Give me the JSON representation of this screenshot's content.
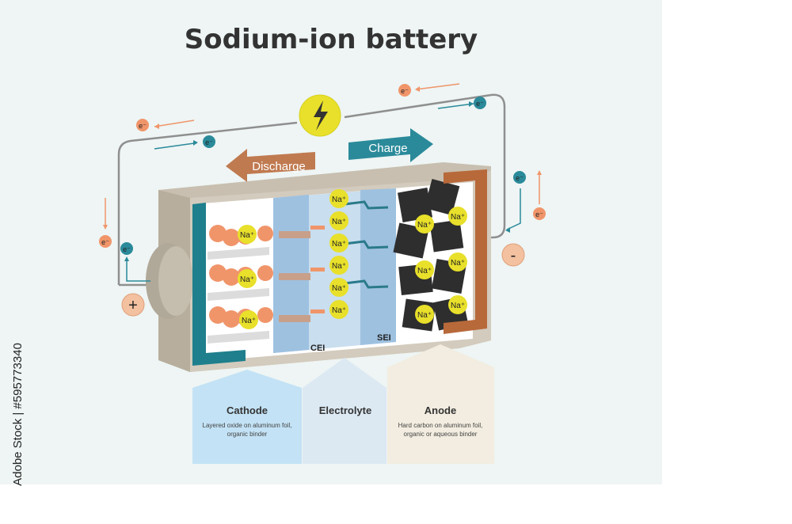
{
  "title": "Sodium-ion battery",
  "arrows": {
    "discharge": "Discharge",
    "charge": "Charge"
  },
  "layers": {
    "cei": "CEI",
    "sei": "SEI"
  },
  "terminals": {
    "positive": "+",
    "negative": "-"
  },
  "electron": "e⁻",
  "ion": "Na⁺",
  "components": [
    {
      "name": "Cathode",
      "desc": [
        "Layered oxide on aluminum foil,",
        "organic binder"
      ]
    },
    {
      "name": "Electrolyte",
      "desc": []
    },
    {
      "name": "Anode",
      "desc": [
        "Hard carbon on aluminum foil,",
        "organic or aqueous binder"
      ]
    }
  ],
  "credit": "Adobe Stock | #595773340",
  "colors": {
    "teal": "#2a8a9a",
    "orange": "#f0956a",
    "copper": "#b8693a",
    "yellow": "#e8e02a"
  }
}
